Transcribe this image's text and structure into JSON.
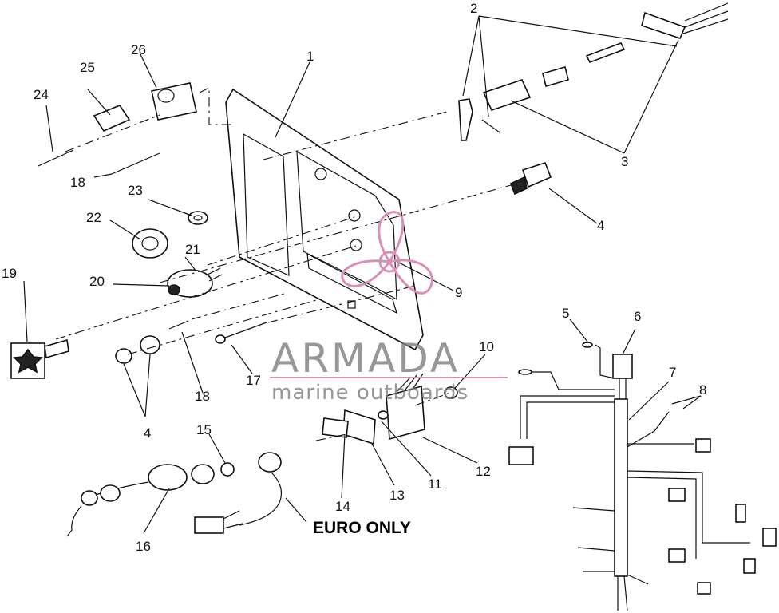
{
  "labels": [
    {
      "id": "1",
      "text": "1"
    },
    {
      "id": "2",
      "text": "2"
    },
    {
      "id": "3",
      "text": "3"
    },
    {
      "id": "4a",
      "text": "4"
    },
    {
      "id": "4b",
      "text": "4"
    },
    {
      "id": "5",
      "text": "5"
    },
    {
      "id": "6",
      "text": "6"
    },
    {
      "id": "7",
      "text": "7"
    },
    {
      "id": "8",
      "text": "8"
    },
    {
      "id": "9",
      "text": "9"
    },
    {
      "id": "10",
      "text": "10"
    },
    {
      "id": "11",
      "text": "11"
    },
    {
      "id": "12",
      "text": "12"
    },
    {
      "id": "13",
      "text": "13"
    },
    {
      "id": "14",
      "text": "14"
    },
    {
      "id": "15",
      "text": "15"
    },
    {
      "id": "16",
      "text": "16"
    },
    {
      "id": "17",
      "text": "17"
    },
    {
      "id": "18a",
      "text": "18"
    },
    {
      "id": "18b",
      "text": "18"
    },
    {
      "id": "19",
      "text": "19"
    },
    {
      "id": "20",
      "text": "20"
    },
    {
      "id": "21",
      "text": "21"
    },
    {
      "id": "22",
      "text": "22"
    },
    {
      "id": "23",
      "text": "23"
    },
    {
      "id": "24",
      "text": "24"
    },
    {
      "id": "25",
      "text": "25"
    },
    {
      "id": "26",
      "text": "26"
    }
  ],
  "euro_note": "EURO ONLY",
  "watermark": {
    "brand": "ARMADA",
    "tagline": "marine outboards",
    "color": "#d98fb6"
  }
}
